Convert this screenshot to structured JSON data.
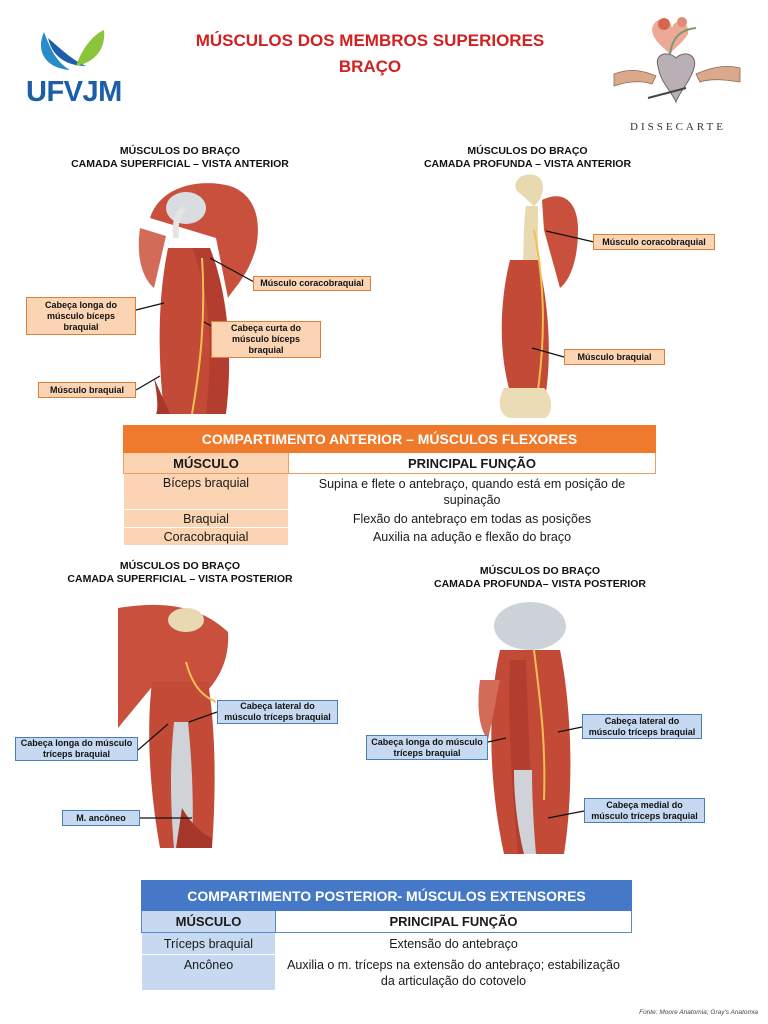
{
  "header": {
    "logo_text": "UFVJM",
    "title_line1": "MÚSCULOS DOS MEMBROS SUPERIORES",
    "title_line2": "BRAÇO",
    "emblem_text": "DISSECARTE"
  },
  "figures": {
    "anterior_superficial": {
      "caption_line1": "MÚSCULOS DO BRAÇO",
      "caption_line2": "CAMADA SUPERFICIAL – VISTA ANTERIOR",
      "labels": {
        "coracobraquial": "Músculo coracobraquial",
        "cabeca_longa": "Cabeça longa do músculo bíceps braquial",
        "cabeca_curta": "Cabeça curta do músculo bíceps braquial",
        "braquial": "Músculo braquial"
      }
    },
    "anterior_profunda": {
      "caption_line1": "MÚSCULOS DO BRAÇO",
      "caption_line2": "CAMADA PROFUNDA – VISTA ANTERIOR",
      "labels": {
        "coracobraquial": "Músculo coracobraquial",
        "braquial": "Músculo braquial"
      }
    },
    "posterior_superficial": {
      "caption_line1": "MÚSCULOS DO BRAÇO",
      "caption_line2": "CAMADA SUPERFICIAL – VISTA POSTERIOR",
      "labels": {
        "cabeca_lateral": "Cabeça lateral do músculo tríceps braquial",
        "cabeca_longa": "Cabeça longa do músculo tríceps braquial",
        "anconeo": "M. ancôneo"
      }
    },
    "posterior_profunda": {
      "caption_line1": "MÚSCULOS DO BRAÇO",
      "caption_line2": "CAMADA PROFUNDA– VISTA POSTERIOR",
      "labels": {
        "cabeca_lateral": "Cabeça lateral do músculo tríceps braquial",
        "cabeca_longa": "Cabeça longa do músculo tríceps braquial",
        "cabeca_medial": "Cabeça medial do músculo tríceps braquial"
      }
    }
  },
  "anterior_table": {
    "caption": "COMPARTIMENTO ANTERIOR – MÚSCULOS FLEXORES",
    "headers": [
      "MÚSCULO",
      "PRINCIPAL FUNÇÃO"
    ],
    "rows": [
      [
        "Bíceps braquial",
        "Supina e flete o antebraço, quando está em posição de supinação"
      ],
      [
        "Braquial",
        "Flexão do antebraço em todas as posições"
      ],
      [
        "Coracobraquial",
        "Auxilia na adução e flexão do braço"
      ]
    ]
  },
  "posterior_table": {
    "caption": "COMPARTIMENTO POSTERIOR- MÚSCULOS EXTENSORES",
    "headers": [
      "MÚSCULO",
      "PRINCIPAL FUNÇÃO"
    ],
    "rows": [
      [
        "Tríceps braquial",
        "Extensão do antebraço"
      ],
      [
        "Ancôneo",
        "Auxilia o m. tríceps na extensão do antebraço; estabilização da articulação do cotovelo"
      ]
    ]
  },
  "footer": {
    "source": "Fonte: Moore Anatomia; Gray's Anatomia"
  },
  "colors": {
    "title_red": "#d21f1f",
    "logo_blue": "#1d5ea8",
    "logo_green": "#8cc43c",
    "anterior_orange": "#ef7a2c",
    "anterior_light": "#fbd4b4",
    "posterior_blue": "#4678c8",
    "posterior_light": "#c6d9f1",
    "muscle_red": "#c64a3a"
  }
}
